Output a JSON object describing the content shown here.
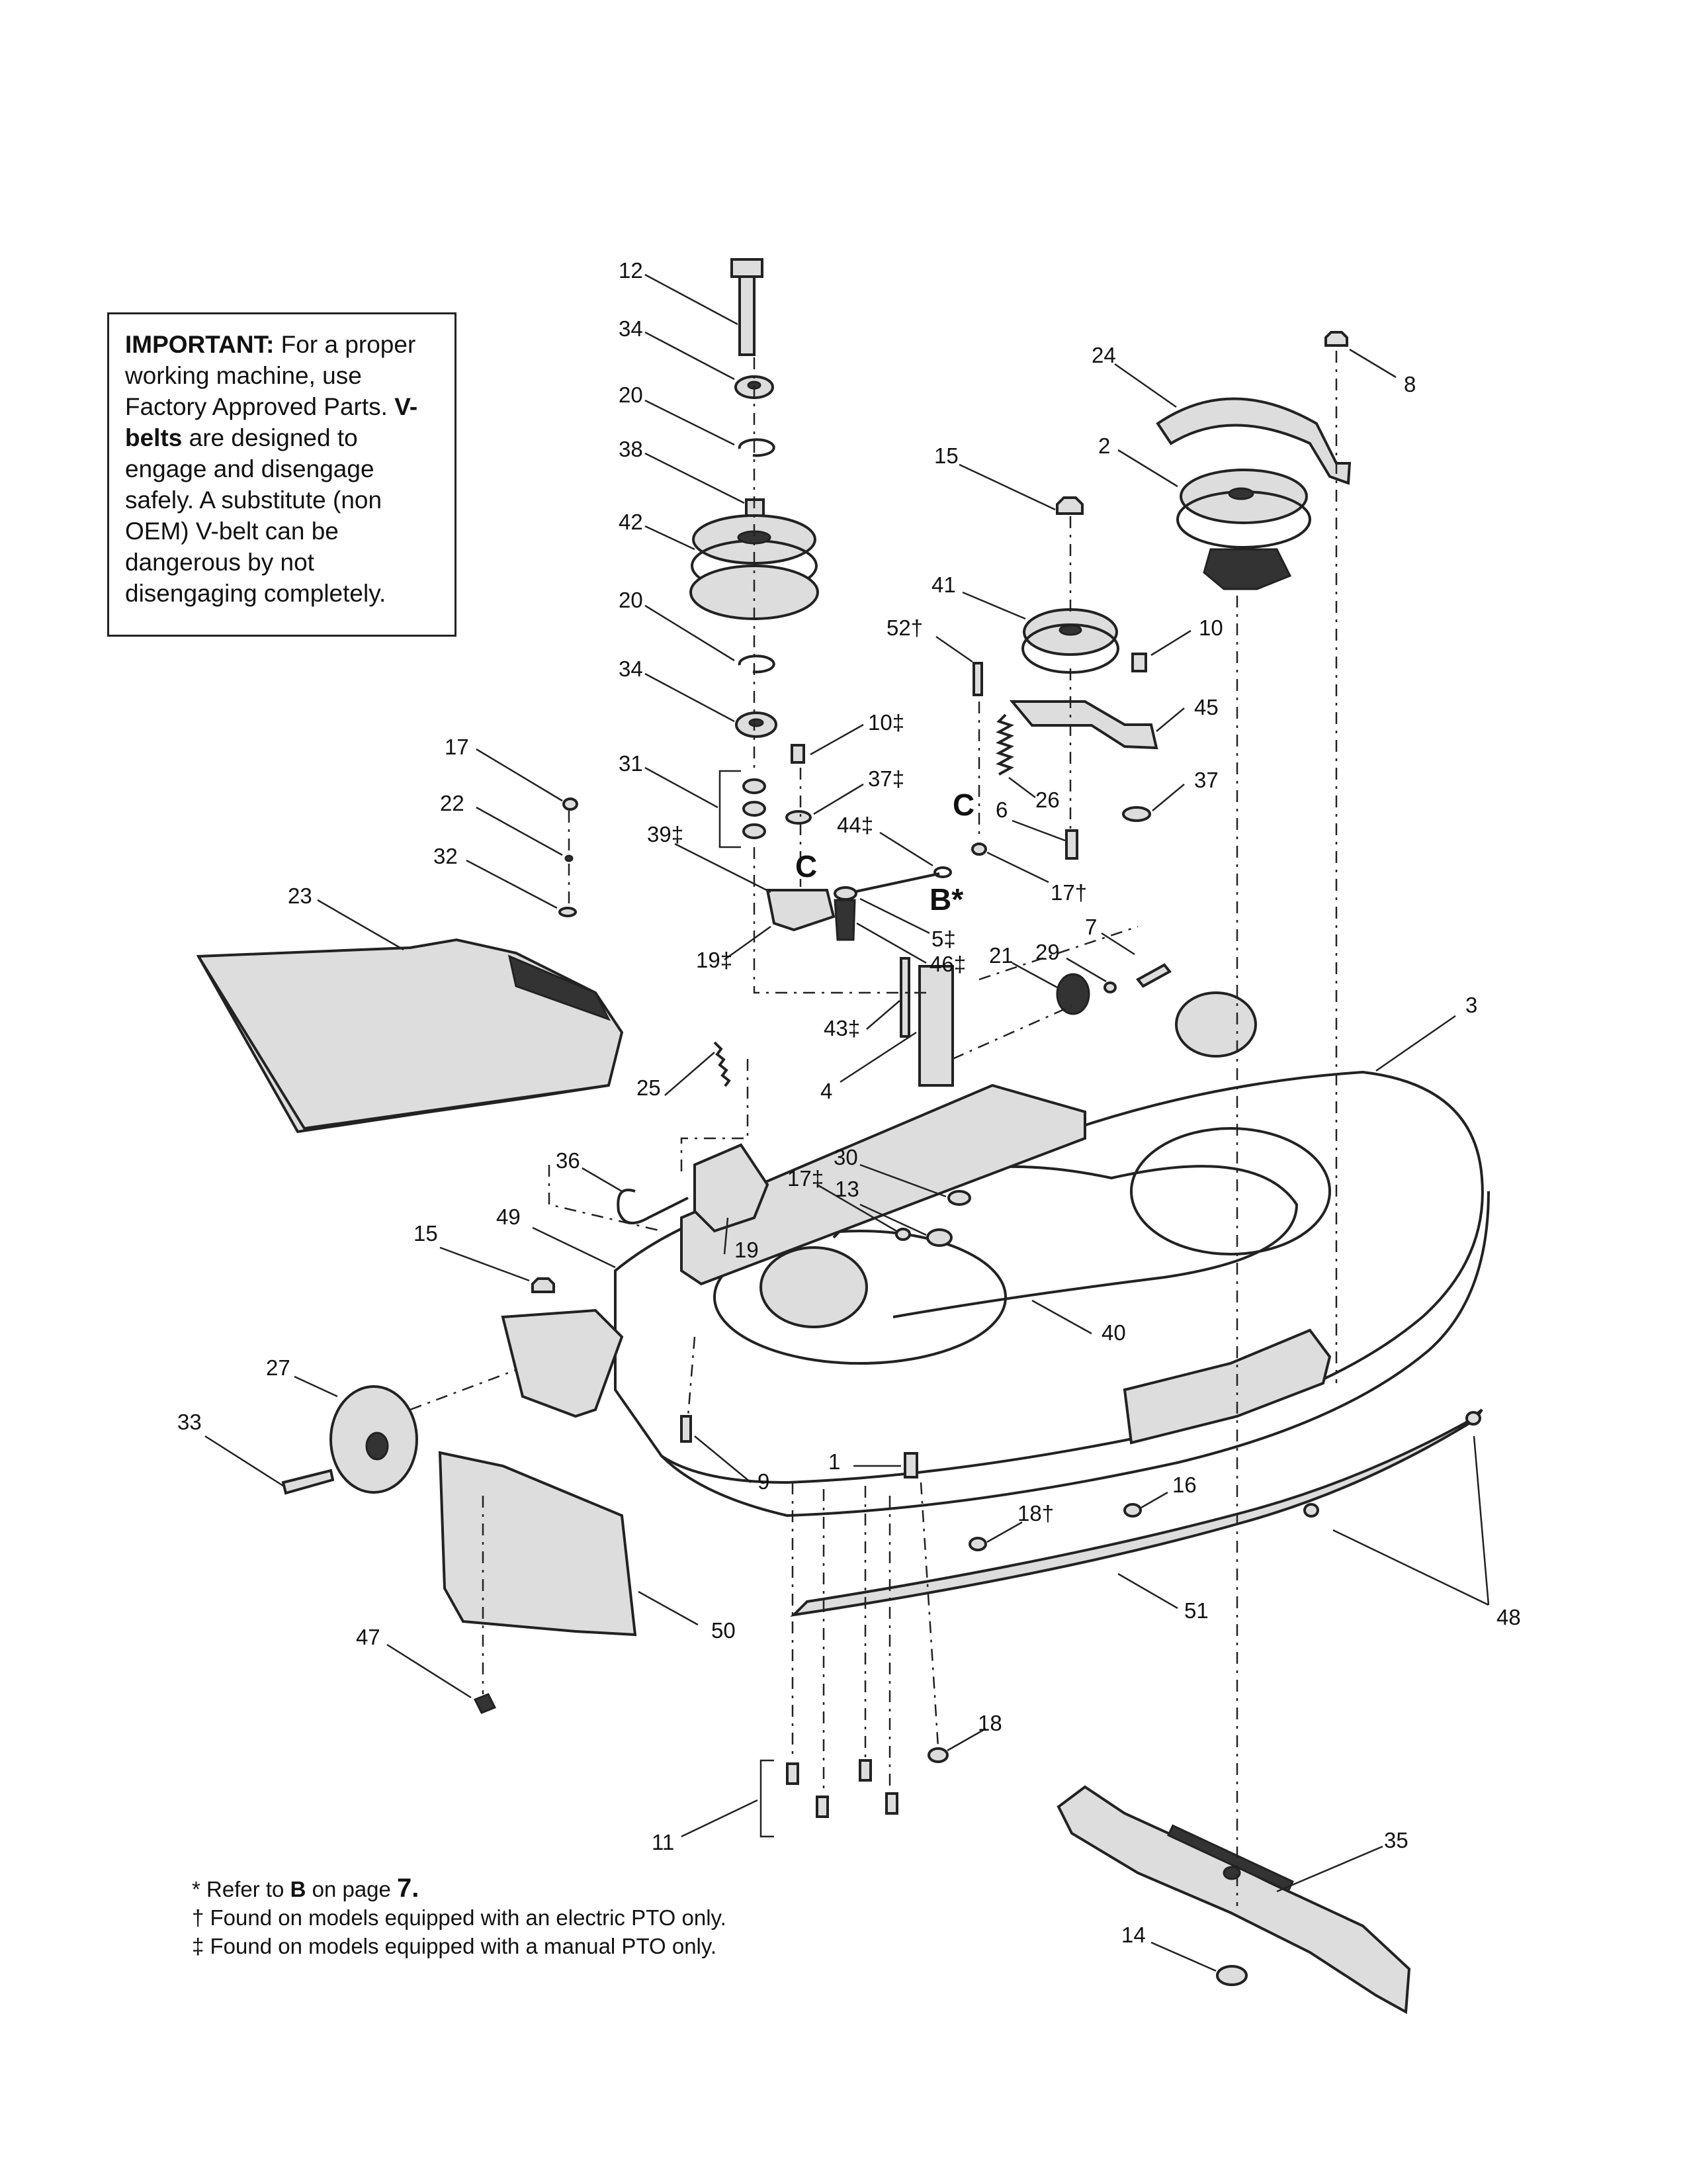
{
  "notice": {
    "important_label": "IMPORTANT:",
    "text_1": " For a proper working machine, use Factory Approved Parts. ",
    "vbelts_label": "V-belts",
    "text_2": " are designed to engage and disengage safely. A substitute (non OEM) V-belt can be dangerous by not disengaging completely."
  },
  "footnotes": {
    "refer_prefix": "* Refer to ",
    "refer_b": "B",
    "refer_middle": " on page ",
    "refer_page": "7.",
    "electric": "† Found on models equipped with an electric PTO only.",
    "manual": "‡ Found on models equipped with a manual PTO only."
  },
  "callouts": [
    {
      "label": "12"
    },
    {
      "label": "34"
    },
    {
      "label": "20"
    },
    {
      "label": "38"
    },
    {
      "label": "42"
    },
    {
      "label": "20"
    },
    {
      "label": "34"
    },
    {
      "label": "31"
    },
    {
      "label": "10‡"
    },
    {
      "label": "37‡"
    },
    {
      "label": "44‡"
    },
    {
      "label": "39‡"
    },
    {
      "label": "5‡"
    },
    {
      "label": "46‡"
    },
    {
      "label": "19‡"
    },
    {
      "label": "43‡"
    },
    {
      "label": "21"
    },
    {
      "label": "4"
    },
    {
      "label": "15"
    },
    {
      "label": "41"
    },
    {
      "label": "52†"
    },
    {
      "label": "10"
    },
    {
      "label": "45"
    },
    {
      "label": "26"
    },
    {
      "label": "6"
    },
    {
      "label": "37"
    },
    {
      "label": "17†"
    },
    {
      "label": "7"
    },
    {
      "label": "29"
    },
    {
      "label": "24"
    },
    {
      "label": "2"
    },
    {
      "label": "8"
    },
    {
      "label": "3"
    },
    {
      "label": "17"
    },
    {
      "label": "22"
    },
    {
      "label": "32"
    },
    {
      "label": "23"
    },
    {
      "label": "25"
    },
    {
      "label": "36"
    },
    {
      "label": "30"
    },
    {
      "label": "17‡"
    },
    {
      "label": "13"
    },
    {
      "label": "19"
    },
    {
      "label": "15"
    },
    {
      "label": "49"
    },
    {
      "label": "27"
    },
    {
      "label": "33"
    },
    {
      "label": "9"
    },
    {
      "label": "1"
    },
    {
      "label": "40"
    },
    {
      "label": "16"
    },
    {
      "label": "18†"
    },
    {
      "label": "51"
    },
    {
      "label": "48"
    },
    {
      "label": "50"
    },
    {
      "label": "47"
    },
    {
      "label": "18"
    },
    {
      "label": "11"
    },
    {
      "label": "35"
    },
    {
      "label": "14"
    }
  ],
  "view_letters": [
    {
      "label": "C"
    },
    {
      "label": "C"
    },
    {
      "label": "B*"
    }
  ]
}
